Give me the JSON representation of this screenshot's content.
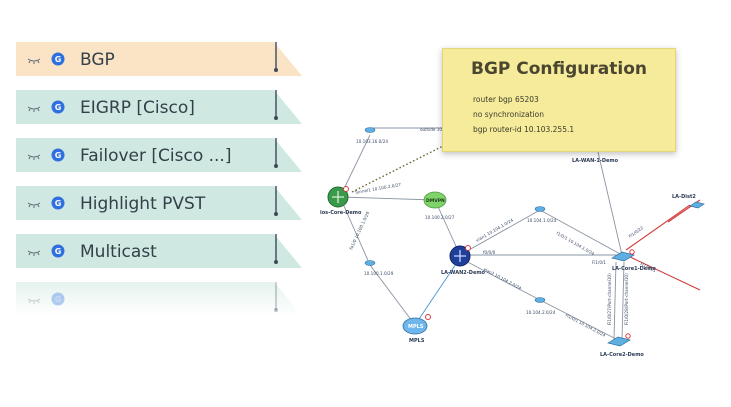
{
  "layers": [
    {
      "label": "BGP",
      "badge": "G",
      "style": "highlight",
      "visibility_icon": "eye-closed-icon"
    },
    {
      "label": "EIGRP [Cisco]",
      "badge": "G",
      "style": "normal",
      "visibility_icon": "eye-closed-icon"
    },
    {
      "label": "Failover [Cisco ...]",
      "badge": "G",
      "style": "normal",
      "visibility_icon": "eye-closed-icon"
    },
    {
      "label": "Highlight PVST",
      "badge": "G",
      "style": "normal",
      "visibility_icon": "eye-closed-icon"
    },
    {
      "label": "Multicast",
      "badge": "G",
      "style": "normal",
      "visibility_icon": "eye-closed-icon"
    },
    {
      "label": "",
      "badge": "G",
      "style": "faded",
      "visibility_icon": "eye-closed-icon"
    }
  ],
  "note": {
    "title": "BGP Configuration",
    "lines": [
      "router bgp 65203",
      "no synchronization",
      "bgp router-id 10.103.255.1"
    ]
  },
  "nodes": [
    {
      "id": "ios-core",
      "label": "ios-Core-Demo",
      "type": "router-green"
    },
    {
      "id": "dmvpn",
      "label": "DMVPN",
      "type": "cloud"
    },
    {
      "id": "la-wan2",
      "label": "LA-WAN2-Demo",
      "type": "router-blue"
    },
    {
      "id": "mpls",
      "label": "MPLS",
      "type": "cloud-blue"
    },
    {
      "id": "la-core1",
      "label": "LA-Core1-Demo",
      "type": "switch"
    },
    {
      "id": "la-core2",
      "label": "LA-Core2-Demo",
      "type": "switch"
    },
    {
      "id": "la-wan1",
      "label": "LA-WAN-1-Demo",
      "type": "switch"
    },
    {
      "id": "la-dist",
      "label": "LA-Dist2",
      "type": "switch"
    }
  ],
  "link_labels": [
    "10.103.16.0/24",
    "outside 10.1",
    "Tunnel1 10.100.2.0/27",
    "10.100.2.0/27",
    "fa1/0 10.100.1.0/29",
    "10.100.1.0/29",
    "vlan1 10.104.1.0/24",
    "10.104.1.0/24",
    "f1/0/1 10.104.1.0/24",
    "f0/0/0",
    "10.104.2.0/24",
    "vlan2 10.104.2.0/24",
    "Fi1/0/1 10.104.2.0/24",
    "Fi1/0/1",
    "Fi1/0/22",
    "Fi1/0/21",
    "Fi1/0/27(Port-channel10)",
    "Fi1/0/28(Port-channel10)"
  ],
  "colors": {
    "layer_highlight_fill": "#fbe3c6",
    "layer_fill": "#cfe8e1",
    "badge": "#2f6fe0",
    "link": "#8a94a3",
    "link_blue": "#4a90d9",
    "link_red": "#d43c3c",
    "link_dotted": "#6b6b3a"
  }
}
